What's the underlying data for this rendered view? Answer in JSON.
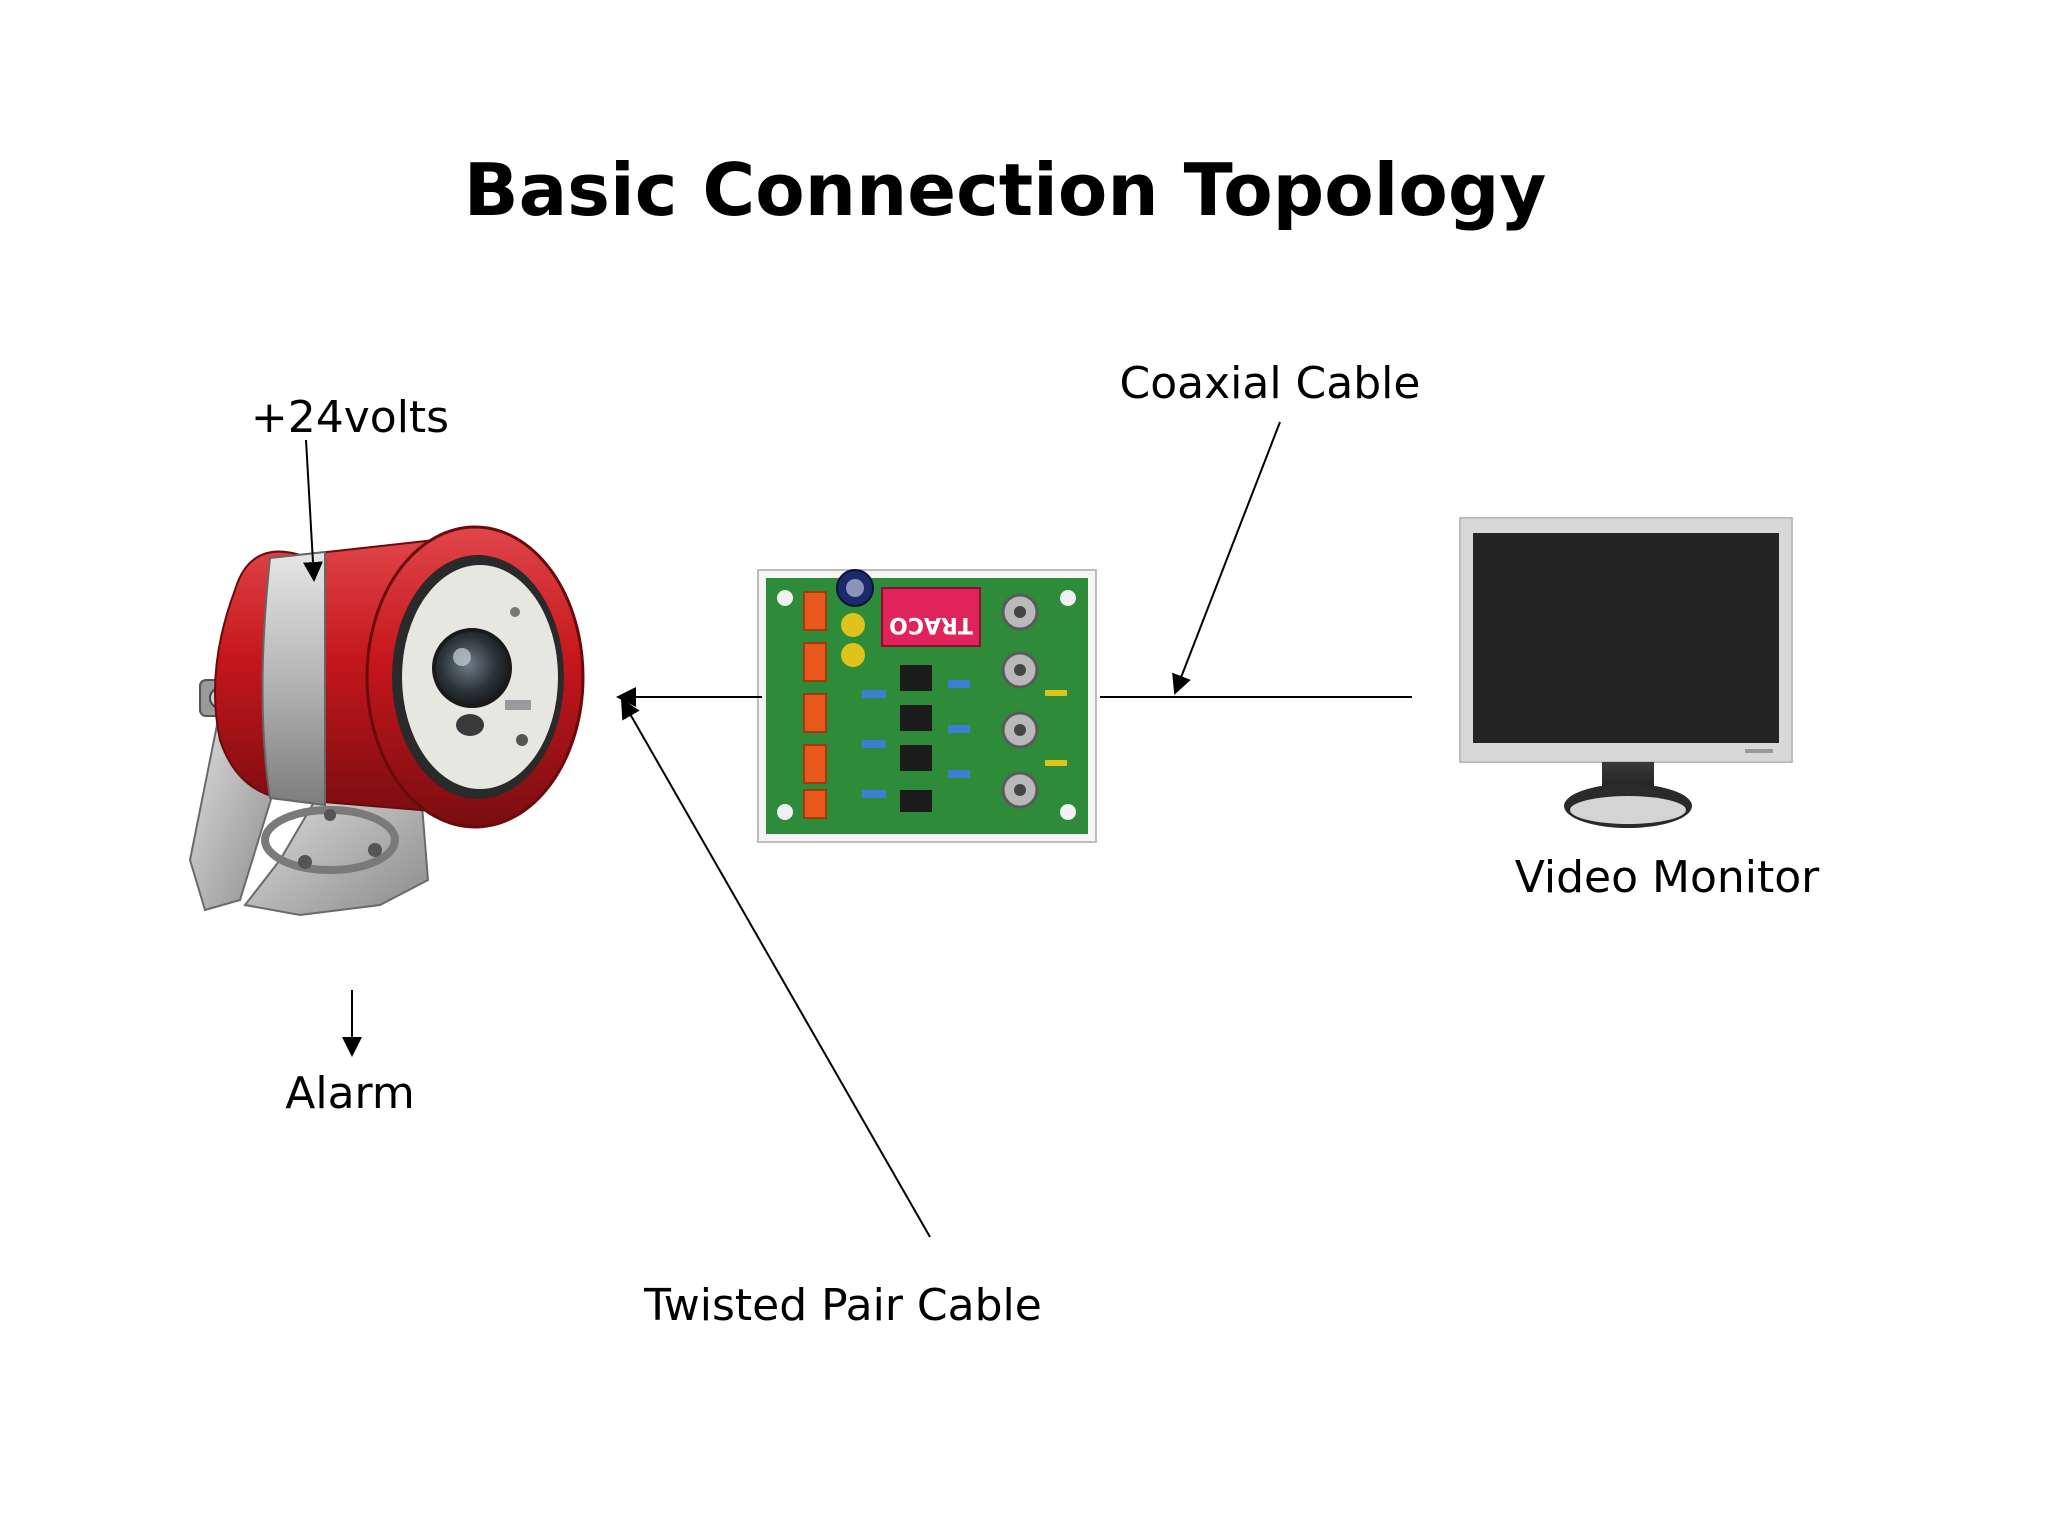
{
  "title": "Basic Connection Topology",
  "labels": {
    "power": "+24volts",
    "alarm": "Alarm",
    "coaxial": "Coaxial Cable",
    "twisted_pair": "Twisted Pair Cable",
    "monitor": "Video Monitor"
  },
  "board_marking": "TRACO",
  "colors": {
    "camera_red": "#c4161c",
    "board_green": "#2e8b3a",
    "screen_dark": "#242424",
    "monitor_frame": "#d8d8d8"
  }
}
